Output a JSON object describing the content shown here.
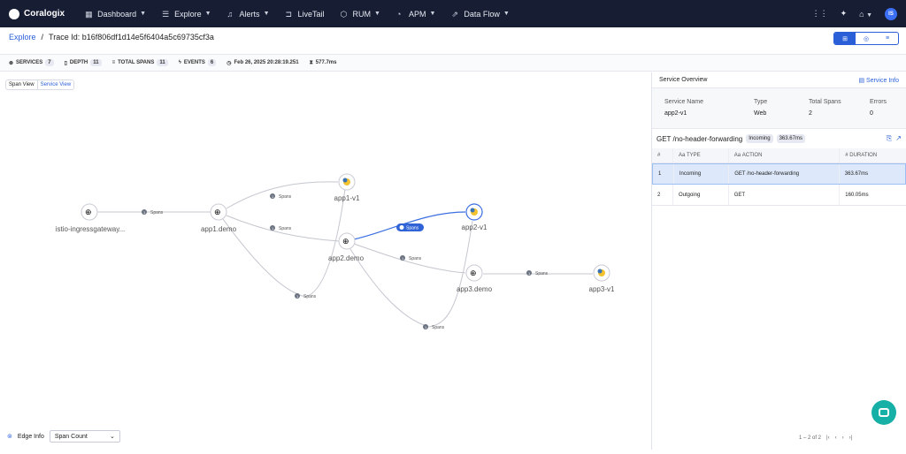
{
  "brand": "Coralogix",
  "nav": [
    "Dashboard",
    "Explore",
    "Alerts",
    "LiveTail",
    "RUM",
    "APM",
    "Data Flow"
  ],
  "user_initials": "IS",
  "breadcrumb": {
    "root": "Explore",
    "sep": "/",
    "trace": "Trace Id: b16f806df1d14e5f6404a5c69735cf3a"
  },
  "stats": {
    "services_label": "SERVICES",
    "services": "7",
    "depth_label": "DEPTH",
    "depth": "11",
    "spans_label": "TOTAL SPANS",
    "spans": "11",
    "events_label": "EVENTS",
    "events": "6",
    "timestamp": "Feb 26, 2025 20:28:19.251",
    "duration": "577.7ms"
  },
  "view_toggle": {
    "span": "Span View",
    "service": "Service View"
  },
  "graph": {
    "nodes": [
      "istio-ingressgateway...",
      "app1.demo",
      "app1-v1",
      "app2.demo",
      "app2-v1",
      "app3.demo",
      "app3-v1"
    ],
    "edge_label": "Spans",
    "edge_count": "1"
  },
  "edge_info": {
    "label": "Edge Info",
    "select": "Span Count"
  },
  "sidebar": {
    "title": "Service Overview",
    "link": "Service Info",
    "cols": [
      "Service Name",
      "Type",
      "Total Spans",
      "Errors"
    ],
    "vals": [
      "app2-v1",
      "Web",
      "2",
      "0"
    ],
    "route": "GET /no-header-forwarding",
    "route_tag": "Incoming",
    "route_dur": "363.67ms",
    "table_head": [
      "#",
      "TYPE",
      "ACTION",
      "DURATION"
    ],
    "rows": [
      [
        "1",
        "Incoming",
        "GET /no-header-forwarding",
        "363.67ms"
      ],
      [
        "2",
        "Outgoing",
        "GET",
        "160.05ms"
      ]
    ],
    "pagination": "1 – 2 of 2"
  },
  "colors": {
    "accent": "#2a5fd8",
    "nav_bg": "#171d33",
    "chat": "#17b0a6"
  }
}
